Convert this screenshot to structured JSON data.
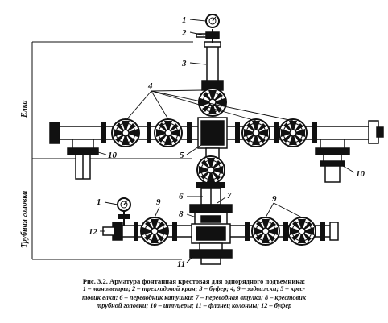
{
  "diagram": {
    "labels": {
      "l1_top": "1",
      "l2": "2",
      "l3": "3",
      "l4": "4",
      "l5": "5",
      "l10_left": "10",
      "l10_right": "10",
      "l6": "6",
      "l7": "7",
      "l8": "8",
      "l9_left": "9",
      "l9_right": "9",
      "l1_bottom": "1",
      "l12": "12",
      "l11": "11"
    },
    "side_label_top": "Елка",
    "side_label_bottom": "Трубная головка"
  },
  "caption": {
    "title": "Рис. 3.2. Арматура фонтанная крестовая для однорядного подъемника:",
    "legend_line1": "1 – манометры; 2 – трехходовой кран; 3 – буфер; 4, 9 – задвижки; 5 – крес-",
    "legend_line2": "товик елки; 6 – переводник катушки; 7 – переводная втулка; 8 – крестовик",
    "legend_line3": "трубной головки; 10 – штуцеры; 11 – фланец колонны; 12 – буфер"
  }
}
